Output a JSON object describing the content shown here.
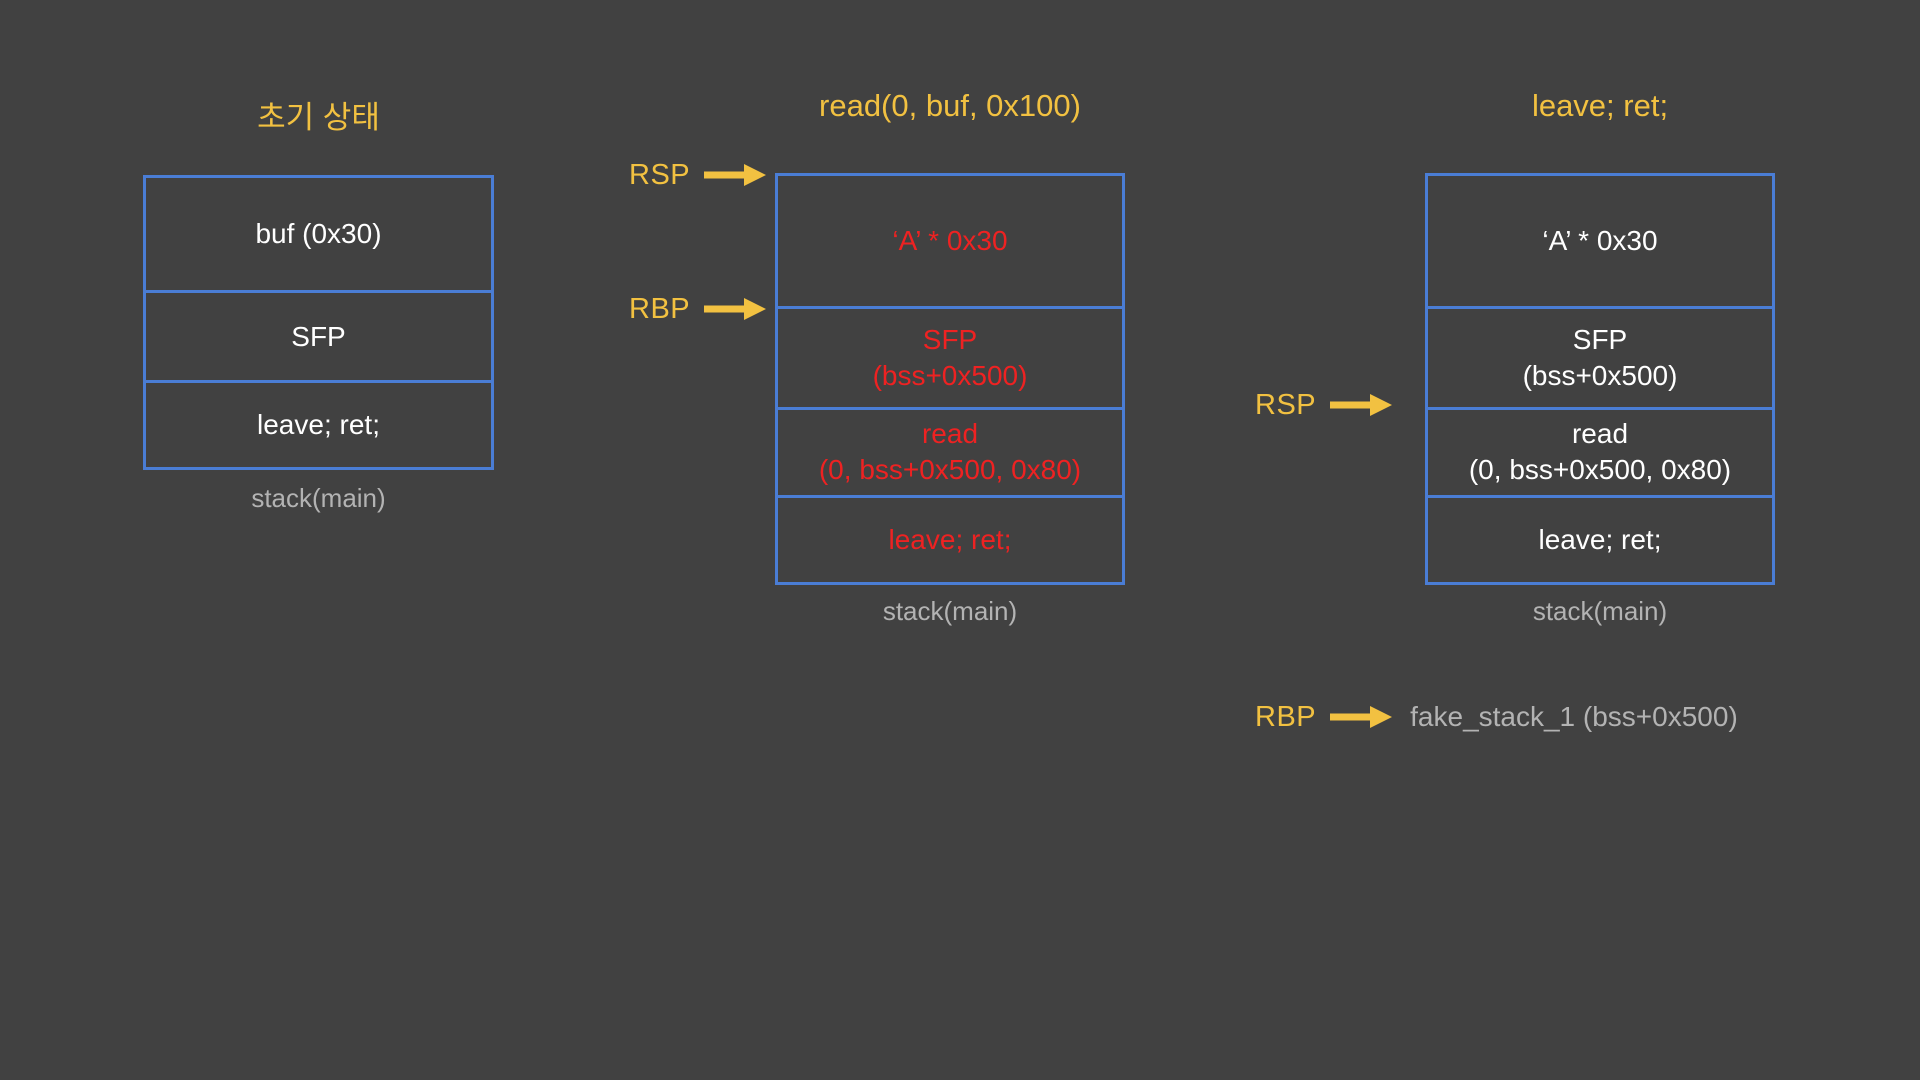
{
  "canvas": {
    "background_color": "#414141",
    "box_border_color": "#4A7DD5",
    "accent_color": "#F2C141",
    "highlight_color": "#EE2222",
    "caption_color": "#B3B3B3"
  },
  "diagrams": [
    {
      "id": "initial-state",
      "title": "초기 상태",
      "caption": "stack(main)",
      "rows": [
        {
          "lines": [
            "buf (0x30)"
          ],
          "color": "#FFFFFF"
        },
        {
          "lines": [
            "SFP"
          ],
          "color": "#FFFFFF"
        },
        {
          "lines": [
            "leave; ret;"
          ],
          "color": "#FFFFFF"
        }
      ],
      "pointers": []
    },
    {
      "id": "after-read",
      "title": "read(0, buf, 0x100)",
      "caption": "stack(main)",
      "rows": [
        {
          "lines": [
            "‘A’ * 0x30"
          ],
          "color": "#EE2222"
        },
        {
          "lines": [
            "SFP",
            "(bss+0x500)"
          ],
          "color": "#EE2222"
        },
        {
          "lines": [
            "read",
            "(0, bss+0x500, 0x80)"
          ],
          "color": "#EE2222"
        },
        {
          "lines": [
            "leave; ret;"
          ],
          "color": "#EE2222"
        }
      ],
      "pointers": [
        {
          "label": "RSP",
          "target": ""
        },
        {
          "label": "RBP",
          "target": ""
        }
      ]
    },
    {
      "id": "after-leave-ret",
      "title": "leave; ret;",
      "caption": "stack(main)",
      "rows": [
        {
          "lines": [
            "‘A’ * 0x30"
          ],
          "color": "#FFFFFF"
        },
        {
          "lines": [
            "SFP",
            "(bss+0x500)"
          ],
          "color": "#FFFFFF"
        },
        {
          "lines": [
            "read",
            "(0, bss+0x500, 0x80)"
          ],
          "color": "#FFFFFF"
        },
        {
          "lines": [
            "leave; ret;"
          ],
          "color": "#FFFFFF"
        }
      ],
      "pointers": [
        {
          "label": "RSP",
          "target": ""
        },
        {
          "label": "RBP",
          "target": "fake_stack_1 (bss+0x500)"
        }
      ]
    }
  ],
  "labels": {
    "rsp_1": "RSP",
    "rbp_1": "RBP",
    "rsp_2": "RSP",
    "rbp_2": "RBP",
    "rbp_2_target": "fake_stack_1 (bss+0x500)"
  }
}
